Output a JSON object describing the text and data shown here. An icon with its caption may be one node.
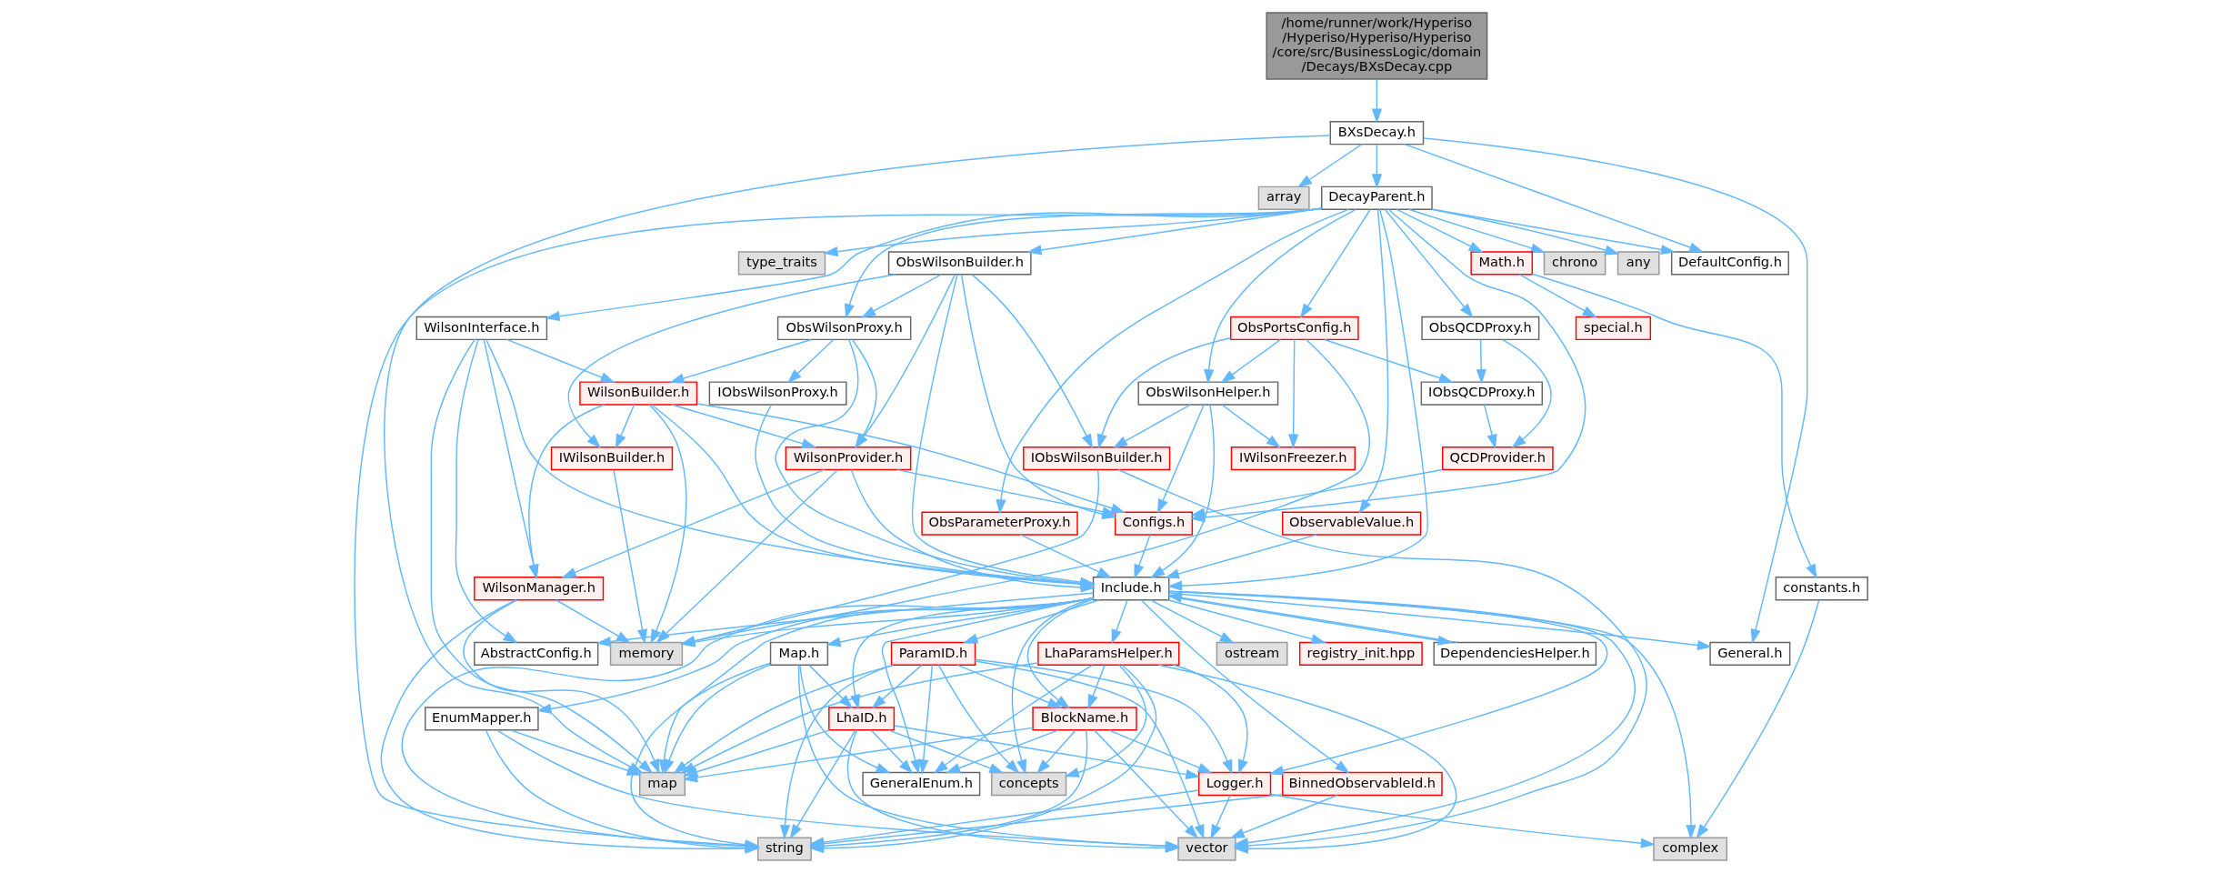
{
  "diagram": {
    "nodes": [
      {
        "text": [
          "/home/runner/work/Hyperiso /Hyperiso/Hyperiso/Hyperiso /core/src/BusinessLogic/domain /Decays/BXsDecay.cpp"
        ]
      },
      {
        "text": [
          "BXsDecay.h"
        ]
      },
      {
        "text": [
          "DecayParent.h"
        ]
      },
      {
        "text": [
          "array"
        ]
      },
      {
        "text": [
          "ObsWilsonBuilder.h"
        ]
      },
      {
        "text": [
          "chrono"
        ]
      },
      {
        "text": [
          "any"
        ]
      },
      {
        "text": [
          "type_traits"
        ]
      },
      {
        "text": [
          "Math.h"
        ]
      },
      {
        "text": [
          "DefaultConfig.h"
        ]
      },
      {
        "text": [
          "WilsonInterface.h"
        ]
      },
      {
        "text": [
          "ObsQCDProxy.h"
        ]
      },
      {
        "text": [
          "ObsPortsConfig.h"
        ]
      },
      {
        "text": [
          "ObsWilsonProxy.h"
        ]
      },
      {
        "text": [
          "special.h"
        ]
      },
      {
        "text": [
          "IObsQCDProxy.h"
        ]
      },
      {
        "text": [
          "WilsonBuilder.h"
        ]
      },
      {
        "text": [
          "ObsWilsonHelper.h"
        ]
      },
      {
        "text": [
          "IObsWilsonProxy.h"
        ]
      },
      {
        "text": [
          "QCDProvider.h"
        ]
      },
      {
        "text": [
          "IWilsonBuilder.h"
        ]
      },
      {
        "text": [
          "WilsonProvider.h"
        ]
      },
      {
        "text": [
          "IObsWilsonBuilder.h"
        ]
      },
      {
        "text": [
          "IWilsonFreezer.h"
        ]
      },
      {
        "text": [
          "Configs.h"
        ]
      },
      {
        "text": [
          "ObservableValue.h"
        ]
      },
      {
        "text": [
          "ObsParameterProxy.h"
        ]
      },
      {
        "text": [
          "WilsonManager.h"
        ]
      },
      {
        "text": [
          "Include.h"
        ]
      },
      {
        "text": [
          "constants.h"
        ]
      },
      {
        "text": [
          "memory"
        ]
      },
      {
        "text": [
          "AbstractConfig.h"
        ]
      },
      {
        "text": [
          "Map.h"
        ]
      },
      {
        "text": [
          "ParamID.h"
        ]
      },
      {
        "text": [
          "ostream"
        ]
      },
      {
        "text": [
          "registry_init.hpp"
        ]
      },
      {
        "text": [
          "DependenciesHelper.h"
        ]
      },
      {
        "text": [
          "LhaParamsHelper.h"
        ]
      },
      {
        "text": [
          "General.h"
        ]
      },
      {
        "text": [
          "EnumMapper.h"
        ]
      },
      {
        "text": [
          "LhaID.h"
        ]
      },
      {
        "text": [
          "BlockName.h"
        ]
      },
      {
        "text": [
          "BinnedObservableId.h"
        ]
      },
      {
        "text": [
          "map"
        ]
      },
      {
        "text": [
          "GeneralEnum.h"
        ]
      },
      {
        "text": [
          "Logger.h"
        ]
      },
      {
        "text": [
          "concepts"
        ]
      },
      {
        "text": [
          "vector"
        ]
      },
      {
        "text": [
          "string"
        ]
      },
      {
        "text": [
          "complex"
        ]
      }
    ],
    "edges": [
      {
        "from": 0,
        "to": 1,
        "arrow": "to"
      },
      {
        "from": 1,
        "to": 2,
        "arrow": "to"
      },
      {
        "from": 1,
        "to": 43,
        "arrow": "to"
      },
      {
        "from": 1,
        "to": 9,
        "arrow": "to"
      },
      {
        "from": 1,
        "to": 3,
        "arrow": "to"
      },
      {
        "from": 1,
        "to": 38,
        "arrow": "to"
      },
      {
        "from": 2,
        "to": 10,
        "arrow": "to"
      },
      {
        "from": 2,
        "to": 11,
        "arrow": "to"
      },
      {
        "from": 2,
        "to": 4,
        "arrow": "to"
      },
      {
        "from": 2,
        "to": 12,
        "arrow": "to"
      },
      {
        "from": 2,
        "to": 13,
        "arrow": "to"
      },
      {
        "from": 2,
        "to": 17,
        "arrow": "to"
      },
      {
        "from": 2,
        "to": 24,
        "arrow": "to"
      },
      {
        "from": 2,
        "to": 5,
        "arrow": "to"
      },
      {
        "from": 2,
        "to": 6,
        "arrow": "to"
      },
      {
        "from": 2,
        "to": 7,
        "arrow": "to"
      },
      {
        "from": 2,
        "to": 8,
        "arrow": "to"
      },
      {
        "from": 2,
        "to": 9,
        "arrow": "to"
      },
      {
        "from": 2,
        "to": 25,
        "arrow": "to"
      },
      {
        "from": 2,
        "to": 26,
        "arrow": "to"
      },
      {
        "from": 2,
        "to": 28,
        "arrow": "to"
      },
      {
        "from": 2,
        "to": 48,
        "arrow": "to"
      },
      {
        "from": 4,
        "to": 20,
        "arrow": "to"
      },
      {
        "from": 4,
        "to": 21,
        "arrow": "to"
      },
      {
        "from": 4,
        "to": 24,
        "arrow": "to"
      },
      {
        "from": 4,
        "to": 28,
        "arrow": "to"
      },
      {
        "from": 4,
        "to": 22,
        "arrow": "to"
      },
      {
        "from": 4,
        "to": 13,
        "arrow": "to"
      },
      {
        "from": 8,
        "to": 14,
        "arrow": "to"
      },
      {
        "from": 8,
        "to": 29,
        "arrow": "to"
      },
      {
        "from": 10,
        "to": 16,
        "arrow": "to"
      },
      {
        "from": 10,
        "to": 27,
        "arrow": "to"
      },
      {
        "from": 10,
        "to": 43,
        "arrow": "to"
      },
      {
        "from": 10,
        "to": 28,
        "arrow": "to"
      },
      {
        "from": 10,
        "to": 31,
        "arrow": "to"
      },
      {
        "from": 11,
        "to": 15,
        "arrow": "to"
      },
      {
        "from": 11,
        "to": 19,
        "arrow": "to"
      },
      {
        "from": 12,
        "to": 15,
        "arrow": "to"
      },
      {
        "from": 12,
        "to": 30,
        "arrow": "to"
      },
      {
        "from": 12,
        "to": 22,
        "arrow": "to"
      },
      {
        "from": 12,
        "to": 23,
        "arrow": "to"
      },
      {
        "from": 12,
        "to": 17,
        "arrow": "to"
      },
      {
        "from": 13,
        "to": 16,
        "arrow": "to"
      },
      {
        "from": 13,
        "to": 21,
        "arrow": "to"
      },
      {
        "from": 13,
        "to": 28,
        "arrow": "to"
      },
      {
        "from": 13,
        "to": 18,
        "arrow": "to"
      },
      {
        "from": 15,
        "to": 19,
        "arrow": "to"
      },
      {
        "from": 16,
        "to": 27,
        "arrow": "to"
      },
      {
        "from": 16,
        "to": 20,
        "arrow": "to"
      },
      {
        "from": 16,
        "to": 30,
        "arrow": "to"
      },
      {
        "from": 16,
        "to": 28,
        "arrow": "to"
      },
      {
        "from": 16,
        "to": 21,
        "arrow": "to"
      },
      {
        "from": 16,
        "to": 24,
        "arrow": "to"
      },
      {
        "from": 17,
        "to": 22,
        "arrow": "to"
      },
      {
        "from": 17,
        "to": 23,
        "arrow": "to"
      },
      {
        "from": 17,
        "to": 24,
        "arrow": "to"
      },
      {
        "from": 17,
        "to": 28,
        "arrow": "to"
      },
      {
        "from": 18,
        "to": 28,
        "arrow": "to"
      },
      {
        "from": 19,
        "to": 24,
        "arrow": "to"
      },
      {
        "from": 20,
        "to": 30,
        "arrow": "to"
      },
      {
        "from": 21,
        "to": 27,
        "arrow": "to"
      },
      {
        "from": 21,
        "to": 30,
        "arrow": "to"
      },
      {
        "from": 21,
        "to": 28,
        "arrow": "to"
      },
      {
        "from": 21,
        "to": 24,
        "arrow": "to"
      },
      {
        "from": 22,
        "to": 30,
        "arrow": "to"
      },
      {
        "from": 22,
        "to": 47,
        "arrow": "to"
      },
      {
        "from": 24,
        "to": 28,
        "arrow": "to"
      },
      {
        "from": 25,
        "to": 28,
        "arrow": "to"
      },
      {
        "from": 26,
        "to": 28,
        "arrow": "to"
      },
      {
        "from": 27,
        "to": 30,
        "arrow": "to"
      },
      {
        "from": 27,
        "to": 43,
        "arrow": "to"
      },
      {
        "from": 27,
        "to": 48,
        "arrow": "to"
      },
      {
        "from": 28,
        "to": 30,
        "arrow": "to"
      },
      {
        "from": 28,
        "to": 31,
        "arrow": "to"
      },
      {
        "from": 28,
        "to": 32,
        "arrow": "to"
      },
      {
        "from": 28,
        "to": 33,
        "arrow": "to"
      },
      {
        "from": 28,
        "to": 34,
        "arrow": "to"
      },
      {
        "from": 28,
        "to": 35,
        "arrow": "to"
      },
      {
        "from": 28,
        "to": 36,
        "arrow": "to"
      },
      {
        "from": 28,
        "to": 37,
        "arrow": "to"
      },
      {
        "from": 28,
        "to": 38,
        "arrow": "to"
      },
      {
        "from": 28,
        "to": 39,
        "arrow": "to"
      },
      {
        "from": 28,
        "to": 40,
        "arrow": "to"
      },
      {
        "from": 28,
        "to": 41,
        "arrow": "to"
      },
      {
        "from": 28,
        "to": 42,
        "arrow": "to"
      },
      {
        "from": 28,
        "to": 43,
        "arrow": "to"
      },
      {
        "from": 28,
        "to": 44,
        "arrow": "to"
      },
      {
        "from": 28,
        "to": 45,
        "arrow": "to"
      },
      {
        "from": 28,
        "to": 46,
        "arrow": "to"
      },
      {
        "from": 28,
        "to": 47,
        "arrow": "to"
      },
      {
        "from": 28,
        "to": 48,
        "arrow": "to"
      },
      {
        "from": 28,
        "to": 49,
        "arrow": "to"
      },
      {
        "from": 29,
        "to": 49,
        "arrow": "to"
      },
      {
        "from": 36,
        "to": 28,
        "arrow": "to"
      },
      {
        "from": 32,
        "to": 43,
        "arrow": "to"
      },
      {
        "from": 32,
        "to": 47,
        "arrow": "to"
      },
      {
        "from": 32,
        "to": 48,
        "arrow": "to"
      },
      {
        "from": 32,
        "to": 44,
        "arrow": "to"
      },
      {
        "from": 32,
        "to": 40,
        "arrow": "to"
      },
      {
        "from": 33,
        "to": 43,
        "arrow": "to"
      },
      {
        "from": 33,
        "to": 40,
        "arrow": "to"
      },
      {
        "from": 33,
        "to": 44,
        "arrow": "to"
      },
      {
        "from": 33,
        "to": 47,
        "arrow": "to"
      },
      {
        "from": 33,
        "to": 48,
        "arrow": "to"
      },
      {
        "from": 33,
        "to": 41,
        "arrow": "to"
      },
      {
        "from": 33,
        "to": 45,
        "arrow": "to"
      },
      {
        "from": 33,
        "to": 46,
        "arrow": "to"
      },
      {
        "from": 37,
        "to": 41,
        "arrow": "to"
      },
      {
        "from": 37,
        "to": 44,
        "arrow": "to"
      },
      {
        "from": 37,
        "to": 43,
        "arrow": "to"
      },
      {
        "from": 37,
        "to": 45,
        "arrow": "to"
      },
      {
        "from": 37,
        "to": 46,
        "arrow": "to"
      },
      {
        "from": 37,
        "to": 48,
        "arrow": "to"
      },
      {
        "from": 37,
        "to": 47,
        "arrow": "to"
      },
      {
        "from": 39,
        "to": 43,
        "arrow": "to"
      },
      {
        "from": 39,
        "to": 48,
        "arrow": "to"
      },
      {
        "from": 39,
        "to": 47,
        "arrow": "to"
      },
      {
        "from": 40,
        "to": 43,
        "arrow": "to"
      },
      {
        "from": 40,
        "to": 47,
        "arrow": "to"
      },
      {
        "from": 40,
        "to": 48,
        "arrow": "to"
      },
      {
        "from": 40,
        "to": 44,
        "arrow": "to"
      },
      {
        "from": 40,
        "to": 45,
        "arrow": "to"
      },
      {
        "from": 40,
        "to": 46,
        "arrow": "to"
      },
      {
        "from": 41,
        "to": 43,
        "arrow": "to"
      },
      {
        "from": 41,
        "to": 44,
        "arrow": "to"
      },
      {
        "from": 41,
        "to": 47,
        "arrow": "to"
      },
      {
        "from": 41,
        "to": 48,
        "arrow": "to"
      },
      {
        "from": 41,
        "to": 45,
        "arrow": "to"
      },
      {
        "from": 41,
        "to": 46,
        "arrow": "to"
      },
      {
        "from": 42,
        "to": 47,
        "arrow": "to"
      },
      {
        "from": 42,
        "to": 48,
        "arrow": "to"
      },
      {
        "from": 45,
        "to": 47,
        "arrow": "to"
      },
      {
        "from": 45,
        "to": 48,
        "arrow": "to"
      },
      {
        "from": 45,
        "to": 49,
        "arrow": "to"
      }
    ]
  }
}
